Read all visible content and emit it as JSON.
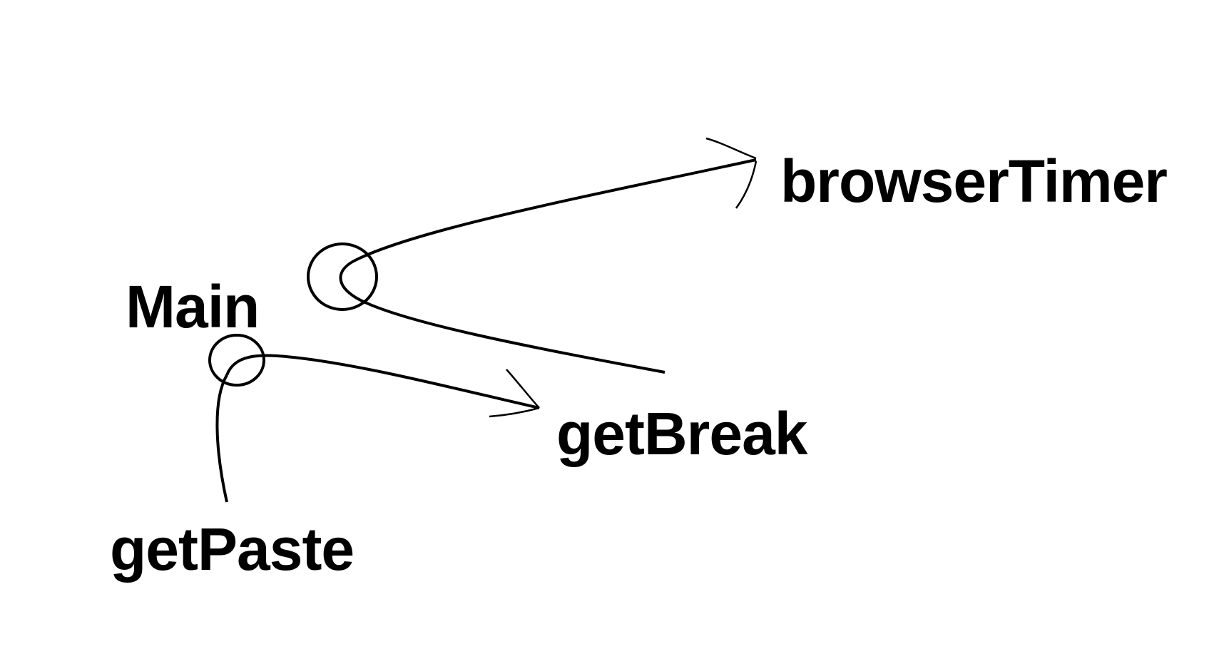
{
  "diagram": {
    "nodes": [
      {
        "id": "main",
        "label": "Main"
      },
      {
        "id": "browserTimer",
        "label": "browserTimer"
      },
      {
        "id": "getBreak",
        "label": "getBreak"
      },
      {
        "id": "getPaste",
        "label": "getPaste"
      }
    ],
    "edges": [
      {
        "from": "main",
        "to": "browserTimer",
        "arrow": true
      },
      {
        "from": "main",
        "to": "getBreak",
        "arrow": false
      },
      {
        "from": "main",
        "to": "getBreak",
        "arrow": true
      },
      {
        "from": "main",
        "to": "getPaste",
        "arrow": false
      }
    ],
    "colors": {
      "background": "#ffffff",
      "ink": "#000000"
    }
  }
}
